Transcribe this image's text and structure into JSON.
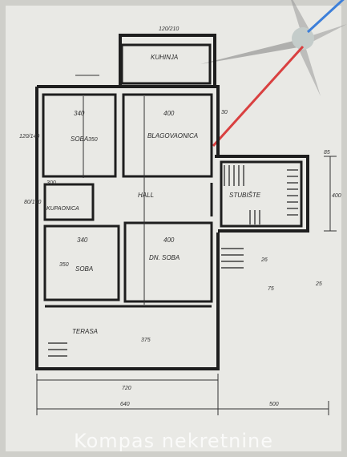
{
  "rooms": {
    "kuhinja": "KUHINJA",
    "soba_top": "SOBA",
    "blagovaonica": "BLAGOVAONICA",
    "kupaonica": "KUPAONICA",
    "hall": "HALL",
    "stubiste": "STUBIŠTE",
    "soba_bottom": "SOBA",
    "dn_soba": "DN. SOBA",
    "terasa": "TERASA"
  },
  "dimensions": {
    "kuhinja_h": "120/210",
    "d_340": "340",
    "d_400_top": "400",
    "d_30": "30",
    "d_120_140": "120/140",
    "d_350": "350",
    "d_80_100": "80/100",
    "d_400_side": "400",
    "d_85": "85",
    "d_26": "26",
    "d_75": "75",
    "d_340b": "340",
    "d_400b": "400",
    "d_350b": "350",
    "d_375": "375",
    "d_25": "25",
    "d_720": "720",
    "d_640": "640",
    "d_500": "500",
    "d_300": "300"
  },
  "watermark": "Kompas nekretnine",
  "colors": {
    "paper": "#e9e9e5",
    "wall": "#1e1e1e",
    "compass_red": "#d94040",
    "compass_blue": "#3d7fd9"
  }
}
